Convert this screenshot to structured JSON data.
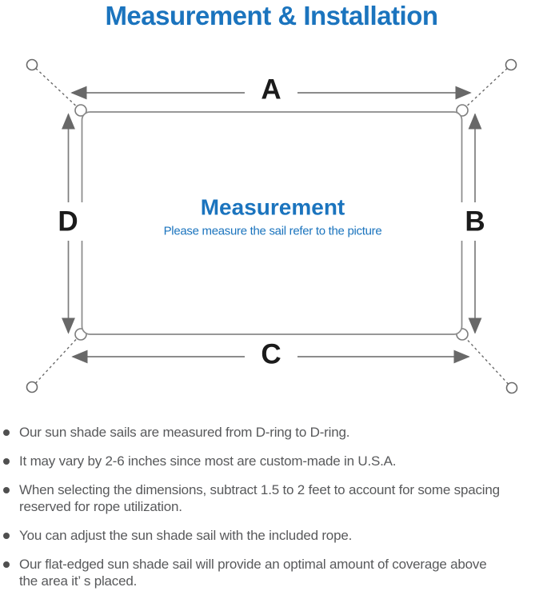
{
  "title": "Measurement & Installation",
  "diagram": {
    "labels": {
      "top": "A",
      "right": "B",
      "bottom": "C",
      "left": "D"
    },
    "center_heading": "Measurement",
    "center_subtitle": "Please measure the sail refer to the picture"
  },
  "notes": [
    {
      "lines": [
        "Our sun shade sails are measured from D-ring to D-ring."
      ]
    },
    {
      "lines": [
        "It may vary by 2-6 inches since most are custom-made in U.S.A."
      ]
    },
    {
      "lines": [
        "When selecting the dimensions, subtract 1.5 to 2 feet to account for some spacing",
        "reserved for rope utilization."
      ]
    },
    {
      "lines": [
        "You can adjust the sun shade sail with the included rope."
      ]
    },
    {
      "lines": [
        "Our flat-edged sun shade sail will provide an optimal amount of coverage above",
        "the area it’ s placed."
      ]
    }
  ],
  "colors": {
    "accent_blue": "#1B74BE",
    "line_gray": "#7c7c7c",
    "arrow_gray": "#686868",
    "label_ink": "#1b1b1b",
    "note_text": "#58595b",
    "bullet_dot": "#4f4f4f"
  }
}
